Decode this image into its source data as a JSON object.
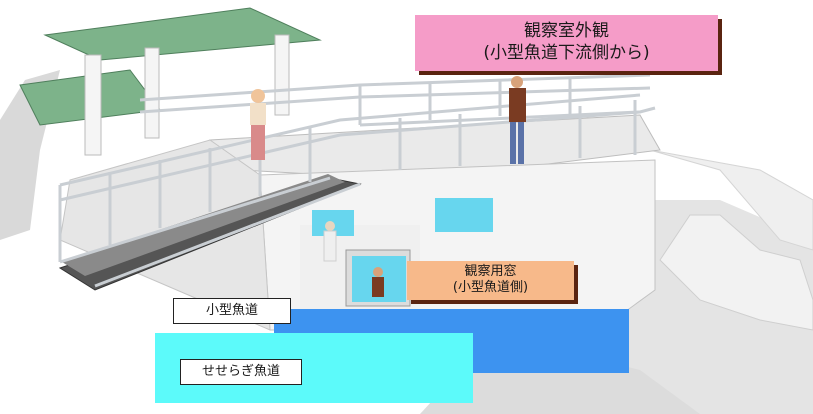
{
  "title": {
    "line1": "観察室外観",
    "line2": "(小型魚道下流側から)"
  },
  "window_label": {
    "line1": "観察用窓",
    "line2": "(小型魚道側)"
  },
  "fishways": {
    "small": "小型魚道",
    "seseragi": "せせらぎ魚道"
  },
  "colors": {
    "title_box": "#f59cc8",
    "window_box": "#f7b98a",
    "small_fishway_band": "#3d93f0",
    "seseragi_band": "#5cfafa",
    "roof_green": "#7db38a",
    "railing_gray": "#c9ced3",
    "glass_cyan": "#67d6ee"
  }
}
